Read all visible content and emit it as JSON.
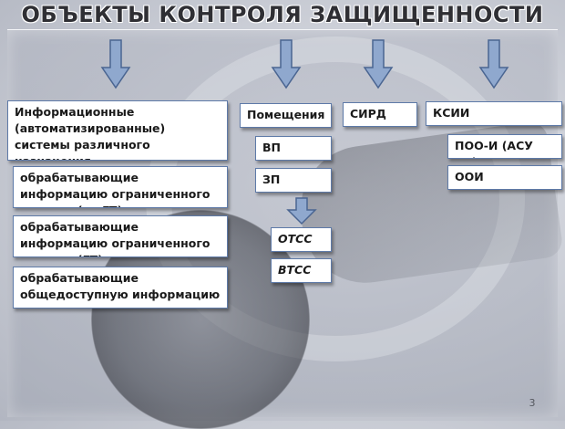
{
  "title": "ОБЪЕКТЫ КОНТРОЛЯ ЗАЩИЩЕННОСТИ",
  "boxes": {
    "is": "Информационные (автоматизированные) системы различного назначения",
    "is_sub1": "обрабатывающие информацию ограниченного доступа (не ГТ)",
    "is_sub2": "обрабатывающие информацию ограниченного доступа (ГТ)",
    "is_sub3": "обрабатывающие общедоступную информацию",
    "rooms": "Помещения",
    "vp": "ВП",
    "zp": "ЗП",
    "otss": "ОТСС",
    "vtss": "ВТСС",
    "sird": "СИРД",
    "ksii": "КСИИ",
    "poo": "ПОО-И (АСУ ТП)",
    "ooi": "ООИ"
  },
  "colors": {
    "arrow_fill": "#8fa8ce",
    "arrow_stroke": "#4a6591",
    "box_border": "#5e7aa8"
  },
  "page_number": "3"
}
